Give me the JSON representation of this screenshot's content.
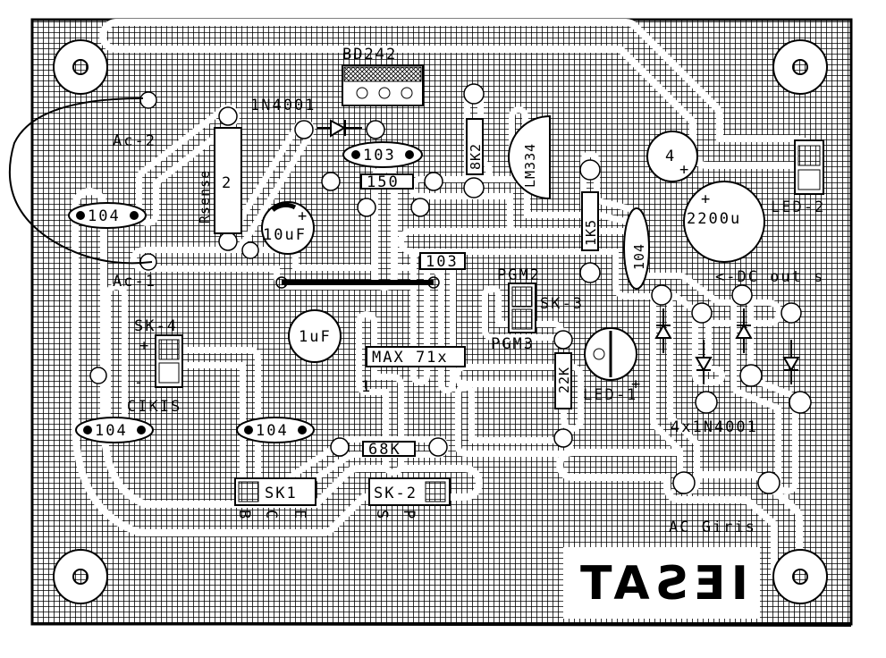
{
  "board": {
    "logo": "IESAT",
    "colors": {
      "background": "#ffffff",
      "copper_hatch": "#000000",
      "silkscreen": "#000000",
      "pad": "#ffffff"
    }
  },
  "labels": {
    "bd242": "BD242",
    "d_1n4001": "1N4001",
    "ac2": "Ac-2",
    "ac1": "Ac-1",
    "c103_top": "103",
    "r150": "150",
    "r8k2": "8K2",
    "lm334": "LM334",
    "res_body": "Rsense",
    "res_val": "2",
    "c104_left": "104",
    "c10uf": "10uF",
    "c103_mid": "103",
    "r1k5": "1K5",
    "c104_right": "104",
    "c2200u": "2200u",
    "c_4": "4",
    "led2": "LED-2",
    "dc_out": "<-DC out s",
    "pgm2": "PGM2",
    "pgm3": "PGM3",
    "sk3": "SK-3",
    "sk4": "SK-4",
    "c1uf": "1uF",
    "max": "MAX 71x",
    "r22k": "22K",
    "led1": "LED-1",
    "cikis": "CIKIS",
    "c104_bl": "104",
    "c104_bm": "104",
    "r68k": "68K",
    "sk1": "SK1",
    "sk2": "SK-2",
    "bridge": "4x1N4001",
    "ac_giris": "AC Giris",
    "sk1_pins": [
      "B",
      "C",
      "E"
    ],
    "sk2_pins": [
      "S",
      "P"
    ],
    "plus": "+",
    "minus": "-",
    "pin1": "1"
  }
}
